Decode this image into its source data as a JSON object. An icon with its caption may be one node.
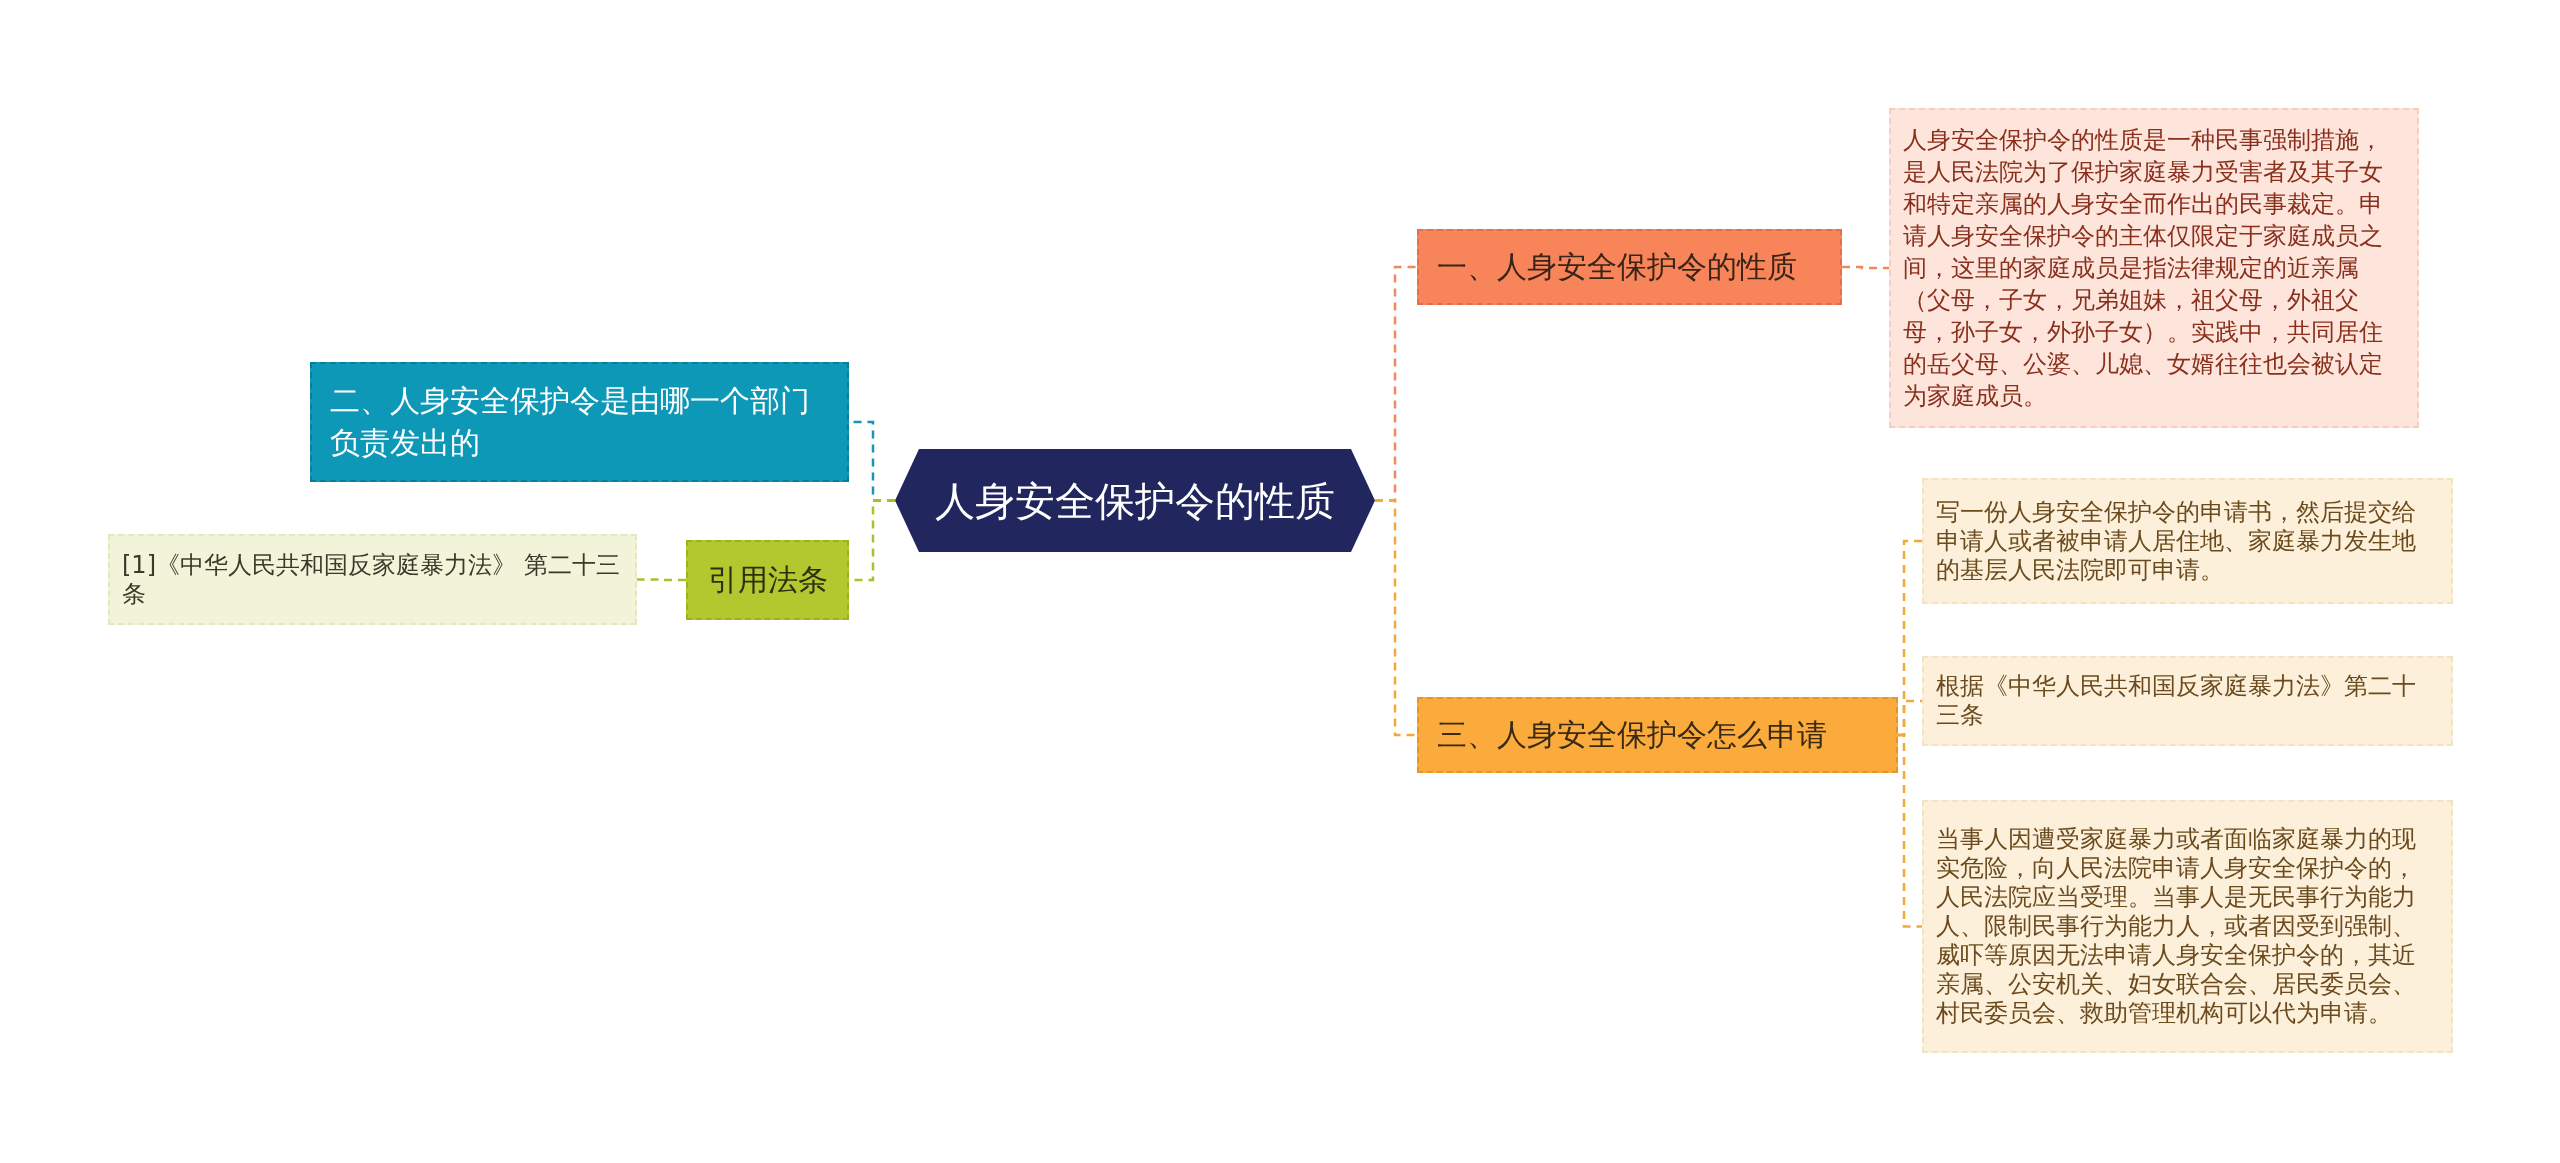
{
  "diagram": {
    "nodes": [
      {
        "text": [
          "人身安全保护令的性质"
        ]
      },
      {
        "text": [
          "一、人身安全保护令的性质"
        ]
      },
      {
        "text": [
          "人身安全保护令的性质是一种民事强制措施，是人民法院为了保护家庭暴力受害者及其子女和特定亲属的人身安全而作出的民事裁定。申请人身安全保护令的主体仅限定于家庭成员之间，这里的家庭成员是指法律规定的近亲属（父母，子女，兄弟姐妹，祖父母，外祖父母，孙子女，外孙子女）。实践中，共同居住的岳父母、公婆、儿媳、女婿往往也会被认定为家庭成员。"
        ]
      },
      {
        "text": [
          "三、人身安全保护令怎么申请"
        ]
      },
      {
        "text": [
          "写一份人身安全保护令的申请书，然后提交给申请人或者被申请人居住地、家庭暴力发生地的基层人民法院即可申请。"
        ]
      },
      {
        "text": [
          "根据《中华人民共和国反家庭暴力法》第二十三条"
        ]
      },
      {
        "text": [
          "当事人因遭受家庭暴力或者面临家庭暴力的现实危险，向人民法院申请人身安全保护令的，人民法院应当受理。当事人是无民事行为能力人、限制民事行为能力人，或者因受到强制、威吓等原因无法申请人身安全保护令的，其近亲属、公安机关、妇女联合会、居民委员会、村民委员会、救助管理机构可以代为申请。"
        ]
      },
      {
        "text": [
          "二、人身安全保护令是由哪一个部门负责发出的"
        ]
      },
      {
        "text": [
          "引用法条"
        ]
      },
      {
        "text": [
          "[1]《中华人民共和国反家庭暴力法》 第二十三条"
        ]
      }
    ],
    "edges": [
      {
        "from": 0,
        "to": 1,
        "arrow": "none",
        "color": "#f08a5d"
      },
      {
        "from": 0,
        "to": 3,
        "arrow": "none",
        "color": "#f5a83a"
      },
      {
        "from": 0,
        "to": 7,
        "arrow": "none",
        "color": "#1496b5"
      },
      {
        "from": 0,
        "to": 8,
        "arrow": "none",
        "color": "#a9c22c"
      },
      {
        "from": 1,
        "to": 2,
        "arrow": "none",
        "color": "#f08a5d"
      },
      {
        "from": 3,
        "to": 4,
        "arrow": "none",
        "color": "#f5a83a"
      },
      {
        "from": 3,
        "to": 5,
        "arrow": "none",
        "color": "#f5a83a"
      },
      {
        "from": 3,
        "to": 6,
        "arrow": "none",
        "color": "#f5a83a"
      },
      {
        "from": 8,
        "to": 9,
        "arrow": "none",
        "color": "#a9c22c"
      }
    ]
  }
}
